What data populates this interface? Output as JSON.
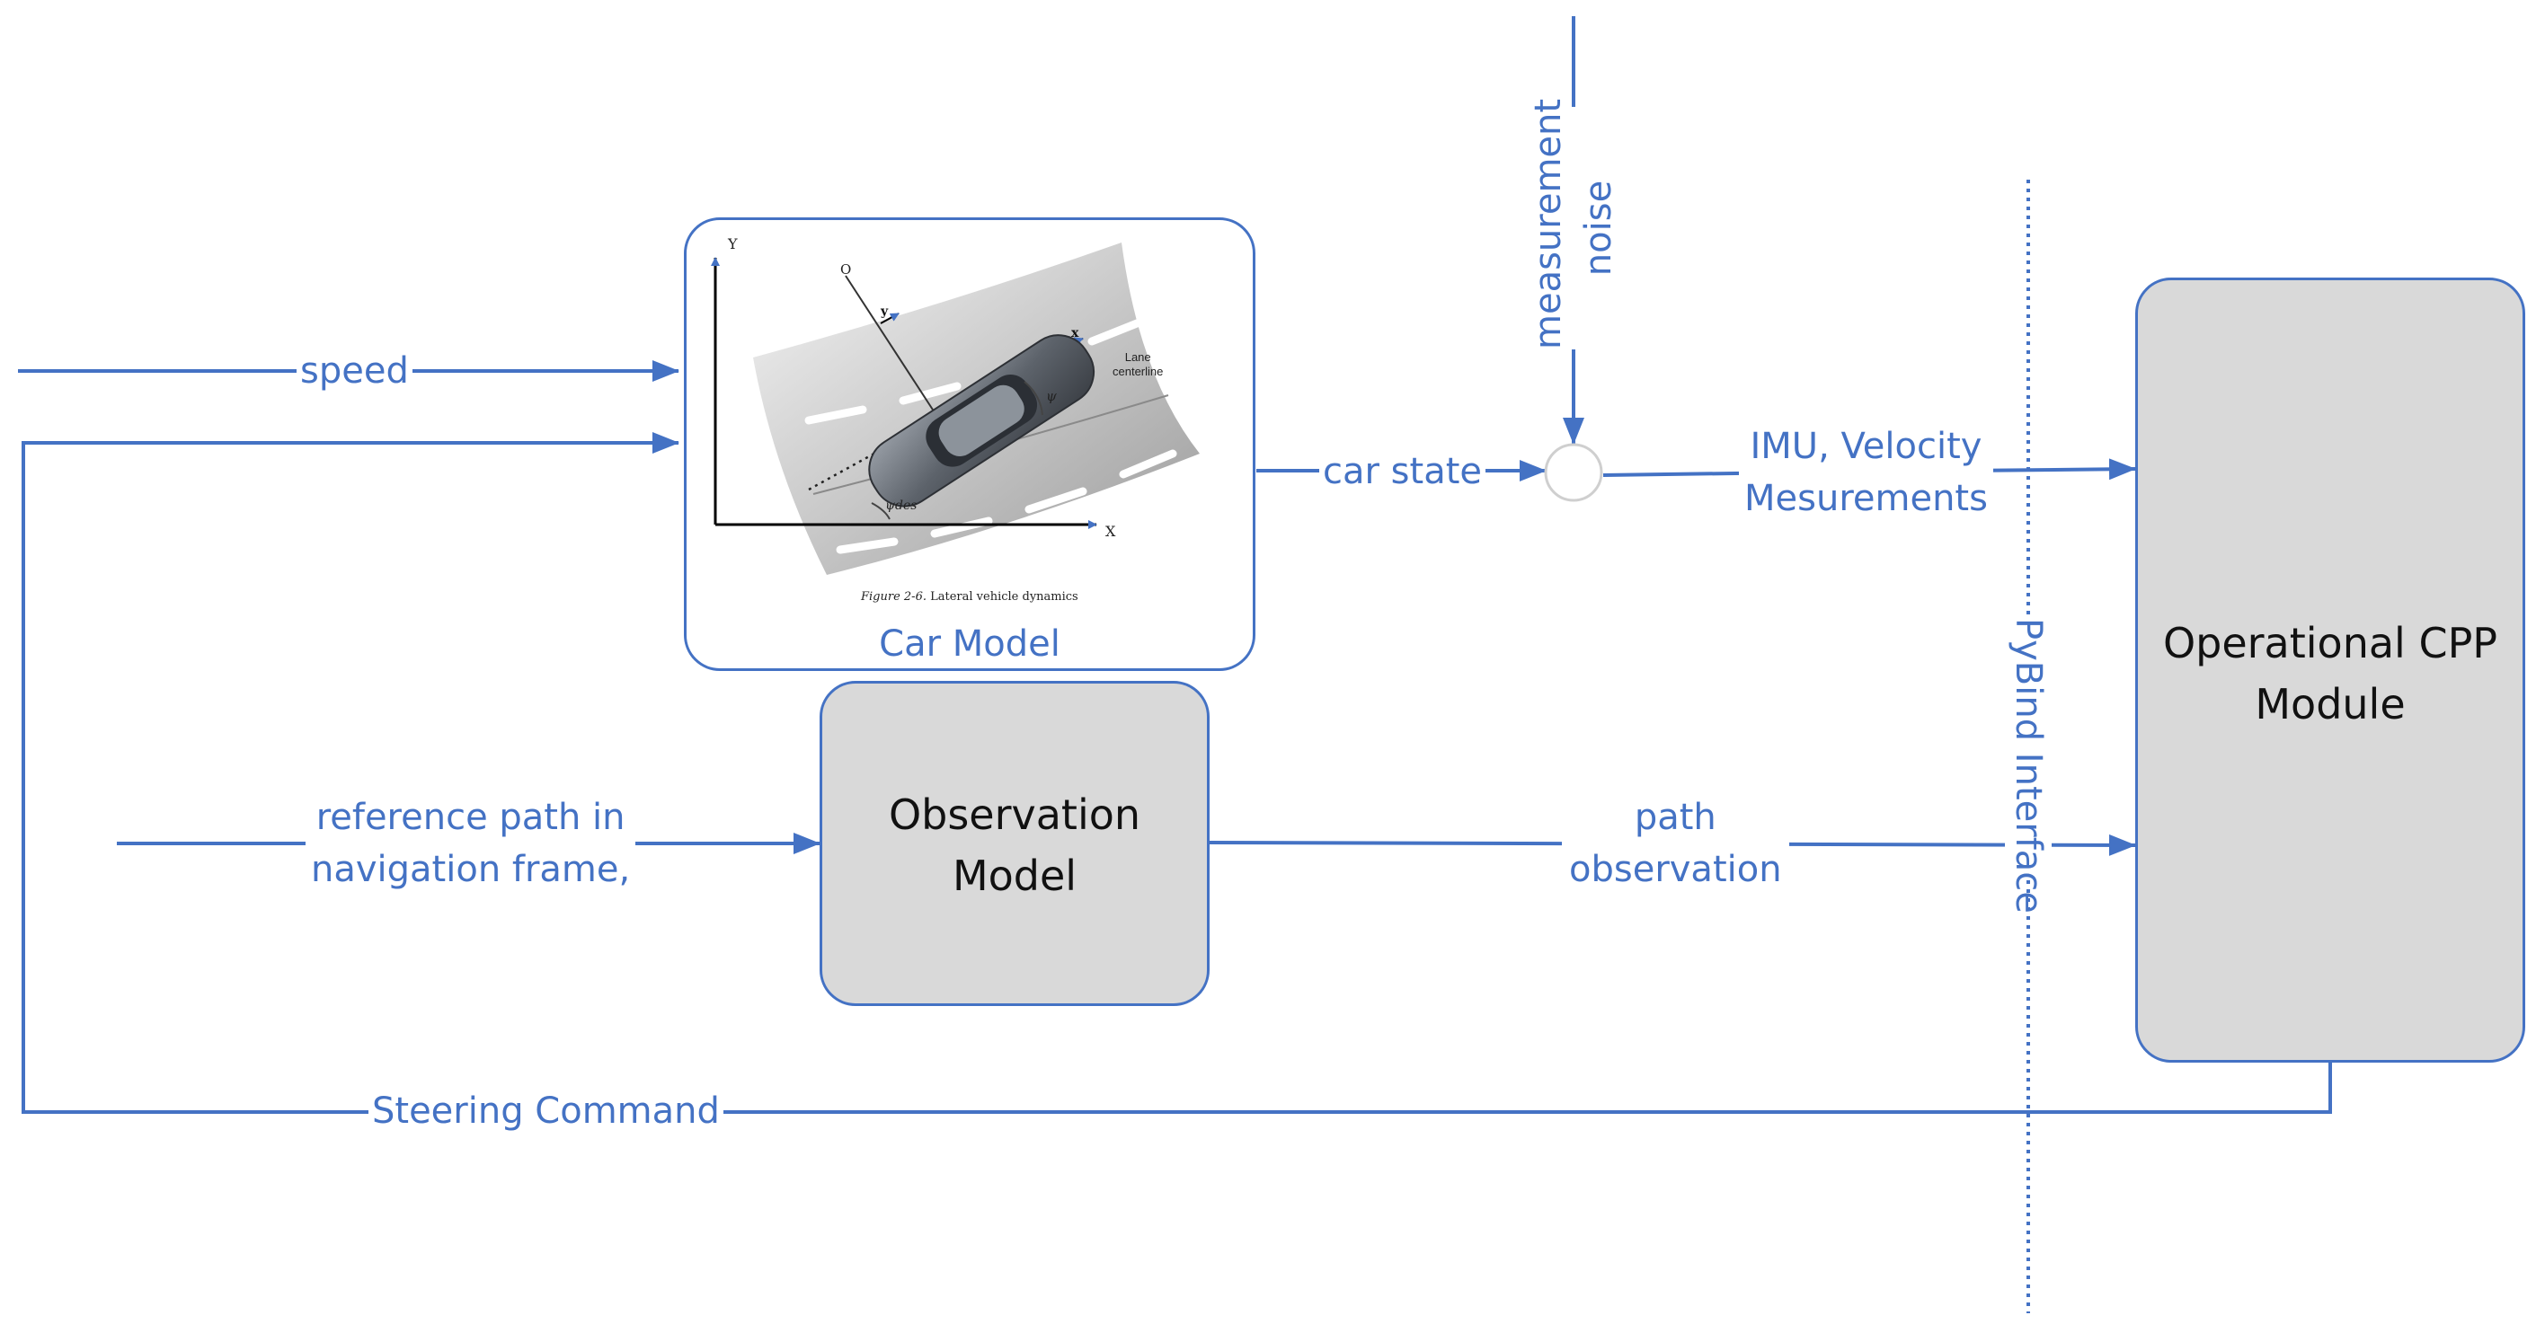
{
  "blocks": {
    "car_model": {
      "title": "Car Model",
      "figure": {
        "axis_y": "Y",
        "axis_x": "X",
        "axis_o": "O",
        "axis_car_x": "x",
        "axis_car_y": "y",
        "lane_label_1": "Lane",
        "lane_label_2": "centerline",
        "psi": "ψ",
        "psi_des": "ψdes",
        "caption_italic": "Figure 2-6.",
        "caption_rest": " Lateral vehicle dynamics"
      }
    },
    "observation_model": {
      "title_line1": "Observation",
      "title_line2": "Model"
    },
    "cpp_module": {
      "title_line1": "Operational CPP",
      "title_line2": "Module"
    }
  },
  "signals": {
    "speed": "speed",
    "car_state": "car state",
    "measurement_noise_line1": "measurement",
    "measurement_noise_line2": "noise",
    "imu_line1": "IMU, Velocity",
    "imu_line2": "Mesurements",
    "reference_path_line1": "reference path in",
    "reference_path_line2": "navigation frame,",
    "path_obs_line1": "path",
    "path_obs_line2": "observation",
    "steering_command": "Steering Command",
    "interface": "PyBind Interface"
  },
  "colors": {
    "line": "#4472C4",
    "box_fill": "#d9d9d9",
    "text_dark": "#111111"
  }
}
